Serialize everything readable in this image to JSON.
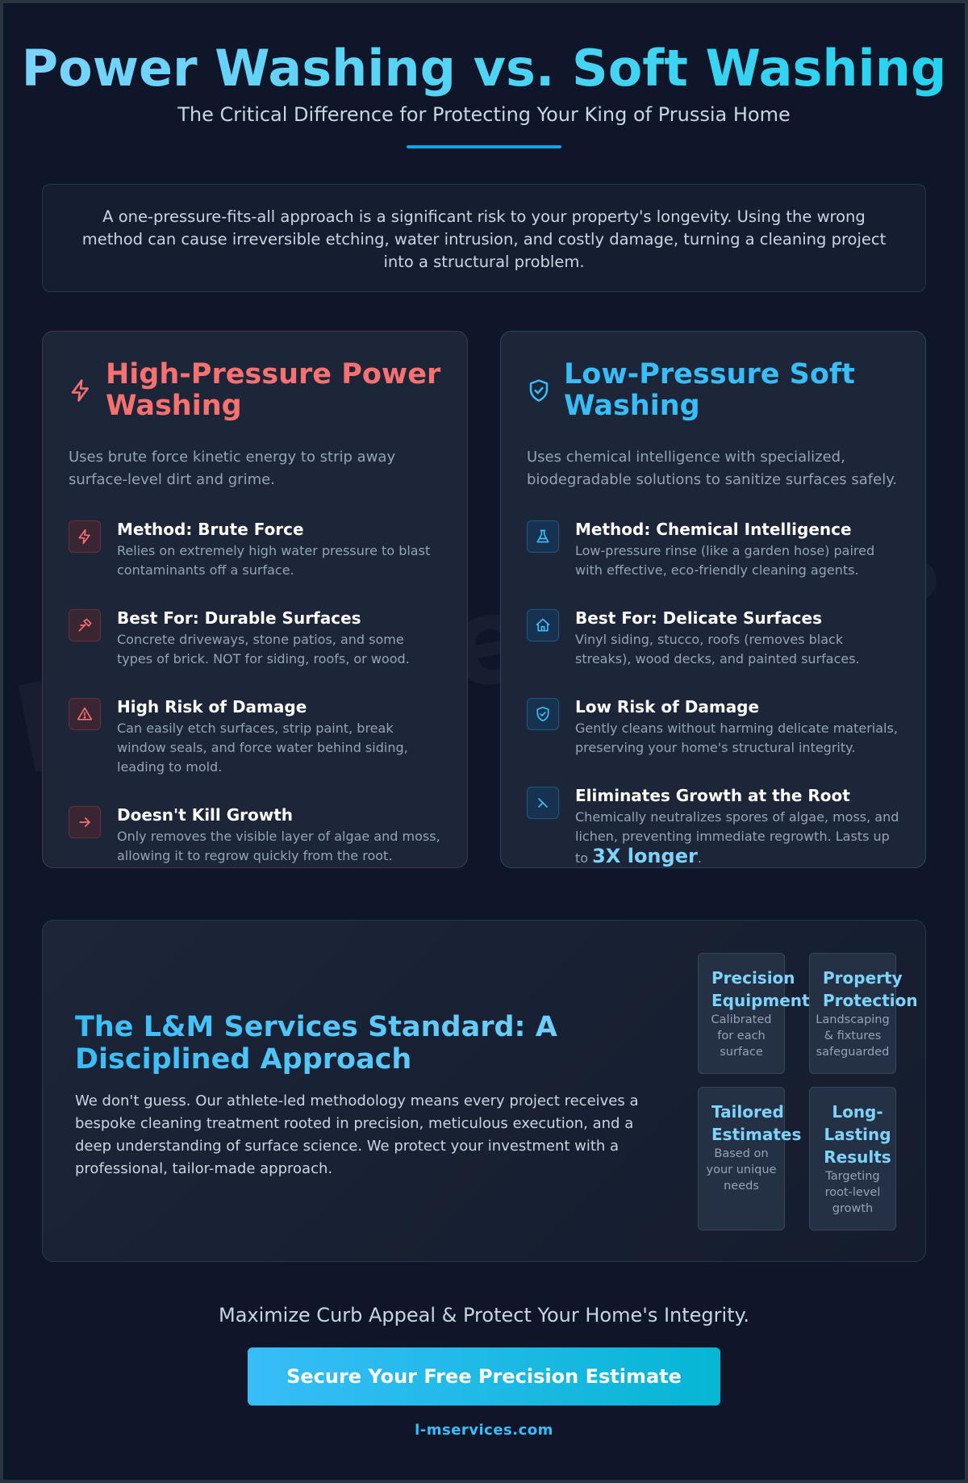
{
  "watermark": "L&M Services lmservices",
  "hero": {
    "title": "Power Washing vs. Soft Washing",
    "subtitle": "The Critical Difference for Protecting Your King of Prussia Home"
  },
  "intro": "A one-pressure-fits-all approach is a significant risk to your property's longevity. Using the wrong method can cause irreversible etching, water intrusion, and costly damage, turning a cleaning project into a structural problem.",
  "power": {
    "title": "High-Pressure Power Washing",
    "icon": "lightning-icon",
    "description": "Uses brute force kinetic energy to strip away surface-level dirt and grime.",
    "features": [
      {
        "icon": "lightning-icon",
        "title": "Method: Brute Force",
        "text": "Relies on extremely high water pressure to blast contaminants off a surface."
      },
      {
        "icon": "hammer-icon",
        "title": "Best For: Durable Surfaces",
        "text": "Concrete driveways, stone patios, and some types of brick. NOT for siding, roofs, or wood."
      },
      {
        "icon": "warning-icon",
        "title": "High Risk of Damage",
        "text": "Can easily etch surfaces, strip paint, break window seals, and force water behind siding, leading to mold."
      },
      {
        "icon": "arrow-right-icon",
        "title": "Doesn't Kill Growth",
        "text": "Only removes the visible layer of algae and moss, allowing it to regrow quickly from the root."
      }
    ],
    "accent": "#f87171"
  },
  "soft": {
    "title": "Low-Pressure Soft Washing",
    "icon": "shield-check-icon",
    "description": "Uses chemical intelligence with specialized, biodegradable solutions to sanitize surfaces safely.",
    "features": [
      {
        "icon": "flask-icon",
        "title": "Method: Chemical Intelligence",
        "text": "Low-pressure rinse (like a garden hose) paired with effective, eco-friendly cleaning agents."
      },
      {
        "icon": "house-icon",
        "title": "Best For: Delicate Surfaces",
        "text": "Vinyl siding, stucco, roofs (removes black streaks), wood decks, and painted surfaces."
      },
      {
        "icon": "shield-check-icon",
        "title": "Low Risk of Damage",
        "text": "Gently cleans without harming delicate materials, preserving your home's structural integrity."
      },
      {
        "icon": "sparkle-icon",
        "title": "Eliminates Growth at the Root",
        "text": "Chemically neutralizes spores of algae, moss, and lichen, preventing immediate regrowth. Lasts up to ",
        "highlight": "3X longer",
        "suffix": "."
      }
    ],
    "accent": "#38bdf8"
  },
  "standard": {
    "title": "The L&M Services Standard: A Disciplined Approach",
    "text": "We don't guess. Our athlete-led methodology means every project receives a bespoke cleaning treatment rooted in precision, meticulous execution, and a deep understanding of surface science. We protect your investment with a professional, tailor-made approach.",
    "pillars": [
      {
        "title": "Precision Equipment",
        "text": "Calibrated for each surface"
      },
      {
        "title": "Property Protection",
        "text": "Landscaping & fixtures safeguarded"
      },
      {
        "title": "Tailored Estimates",
        "text": "Based on your unique needs"
      },
      {
        "title": "Long-Lasting Results",
        "text": "Targeting root-level growth"
      }
    ]
  },
  "cta": {
    "tagline": "Maximize Curb Appeal & Protect Your Home's Integrity.",
    "button": "Secure Your Free Precision Estimate",
    "site": "l-mservices.com"
  }
}
